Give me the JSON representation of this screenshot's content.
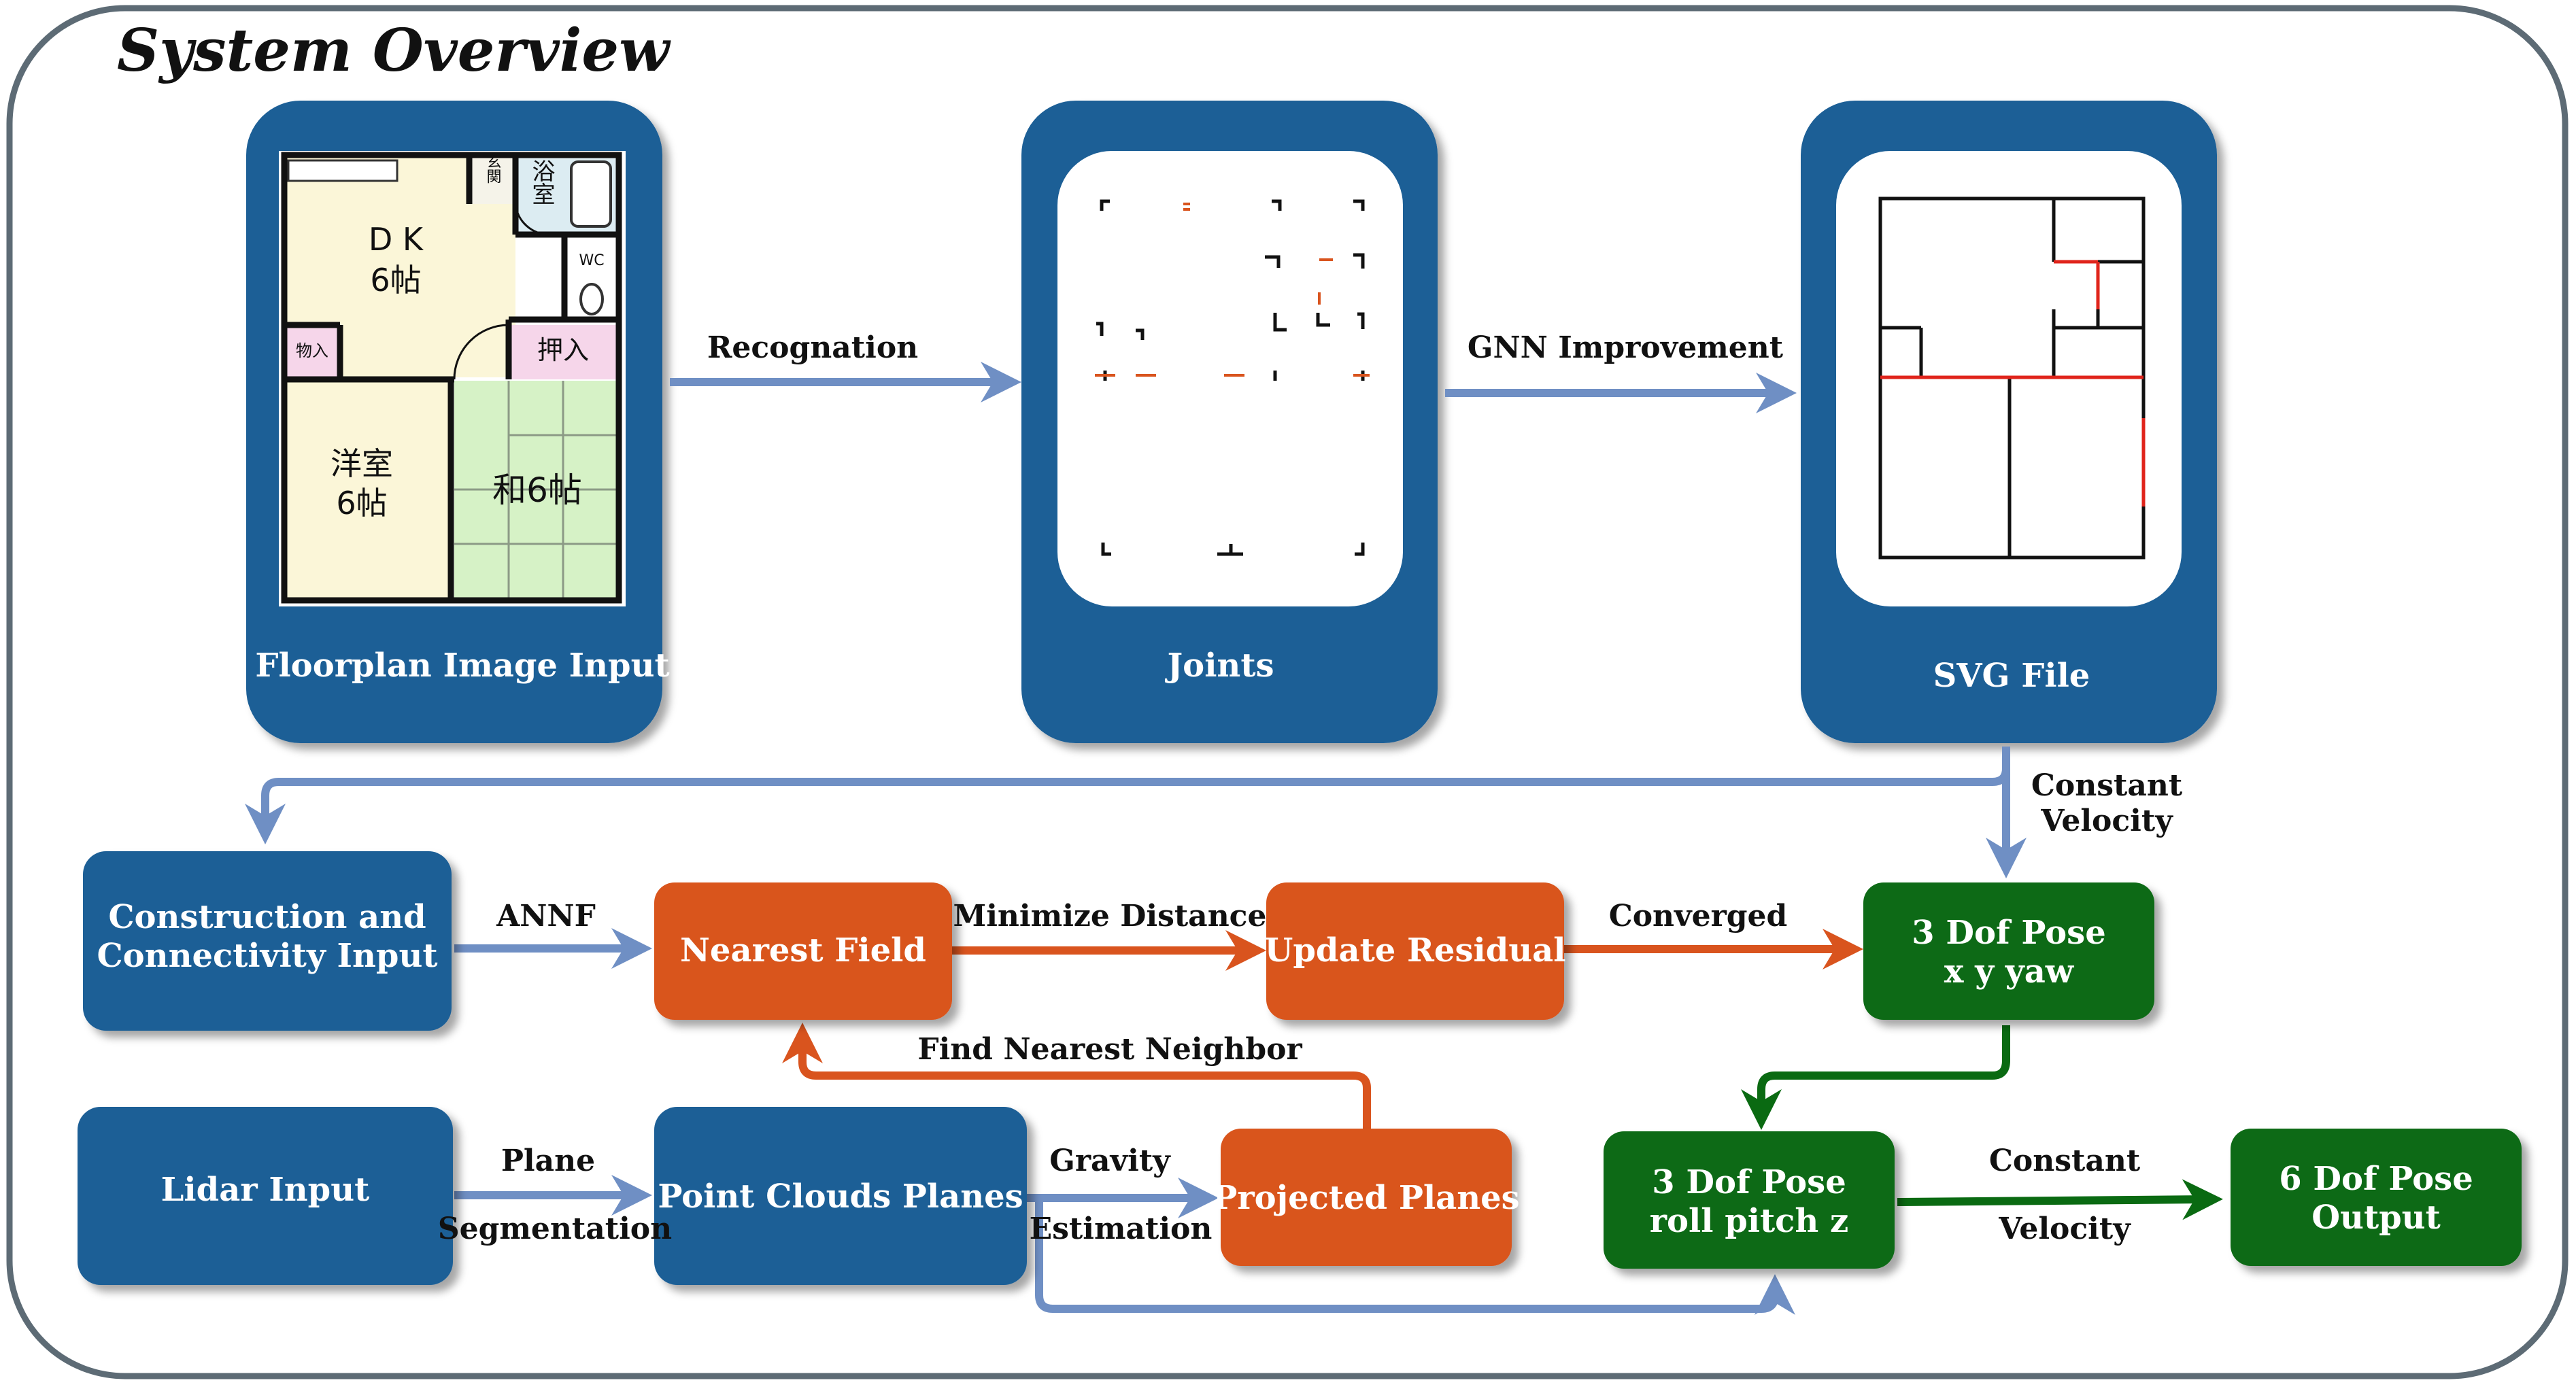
{
  "title": "System Overview",
  "colors": {
    "blue": "#1b5e96",
    "orange": "#d9541e",
    "green": "#0a6a12",
    "arrow_blue": "#6f8fc4",
    "arrow_orange": "#d9541e",
    "arrow_green": "#0a6a12"
  },
  "panels": {
    "floorplan": {
      "label": "Floorplan Image Input"
    },
    "joints": {
      "label": "Joints"
    },
    "svg": {
      "label": "SVG File"
    }
  },
  "floorplan_rooms": {
    "dk": "D K",
    "dk_size": "6帖",
    "bath": "浴室",
    "entry": "玄関",
    "wc": "WC",
    "closet_small": "物入",
    "closet": "押入",
    "western": "洋室",
    "western_size": "6帖",
    "japanese": "和6帖"
  },
  "boxes": {
    "construction": {
      "line1": "Construction and",
      "line2": "Connectivity Input"
    },
    "nearest_field": "Nearest Field",
    "update_residual": "Update Residual",
    "pose3_xy": {
      "line1": "3 Dof Pose",
      "line2": "x y yaw"
    },
    "lidar": "Lidar Input",
    "point_clouds": "Point Clouds Planes",
    "projected": "Projected Planes",
    "pose3_rpz": {
      "line1": "3 Dof Pose",
      "line2": "roll pitch z"
    },
    "pose6": {
      "line1": "6 Dof Pose",
      "line2": "Output"
    }
  },
  "edges": {
    "recognition": "Recognation",
    "gnn": "GNN Improvement",
    "const_vel_1": {
      "line1": "Constant",
      "line2": "Velocity"
    },
    "annf": "ANNF",
    "minimize": "Minimize Distance",
    "converged": "Converged",
    "find_nn": "Find Nearest Neighbor",
    "plane_seg": {
      "line1": "Plane",
      "line2": "Segmentation"
    },
    "gravity": {
      "line1": "Gravity",
      "line2": "Estimation"
    },
    "const_vel_2": {
      "line1": "Constant",
      "line2": "Velocity"
    }
  }
}
